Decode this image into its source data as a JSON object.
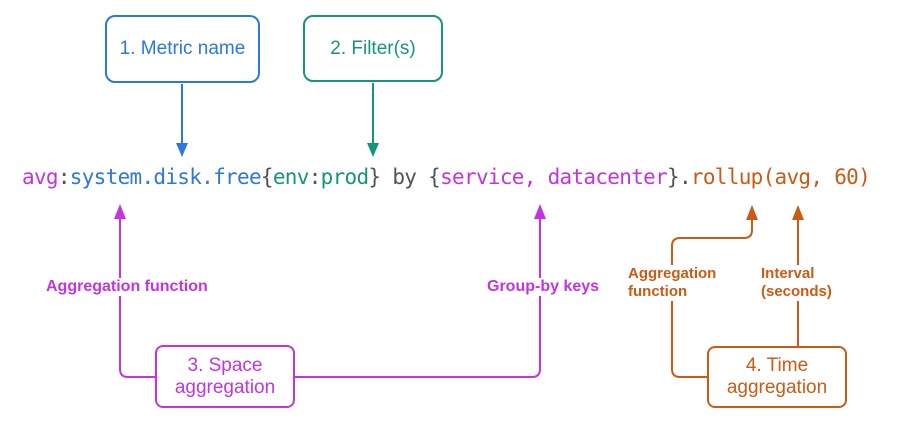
{
  "colors": {
    "blue": "#2b77e4",
    "teal": "#15957e",
    "magenta": "#c433e3",
    "orange": "#cc5a14",
    "gray": "#4d5359"
  },
  "callouts": {
    "metric_name": {
      "label": "1. Metric name"
    },
    "filters": {
      "label": "2. Filter(s)"
    },
    "space_aggregation": {
      "line1": "3. Space",
      "line2": "aggregation"
    },
    "time_aggregation": {
      "line1": "4. Time",
      "line2": "aggregation"
    }
  },
  "annotations": {
    "space_agg_function": "Aggregation function",
    "group_by_keys": "Group-by keys",
    "time_agg_function_line1": "Aggregation",
    "time_agg_function_line2": "function",
    "interval_line1": "Interval",
    "interval_line2": "(seconds)"
  },
  "query": {
    "full_text": "avg:system.disk.free{env:prod} by {service, datacenter}.rollup(avg, 60)",
    "segments": [
      {
        "text": "avg",
        "role": "magenta"
      },
      {
        "text": ":",
        "role": "gray"
      },
      {
        "text": "system.disk.free",
        "role": "blue"
      },
      {
        "text": "{",
        "role": "gray"
      },
      {
        "text": "env",
        "role": "teal"
      },
      {
        "text": ":",
        "role": "gray"
      },
      {
        "text": "prod",
        "role": "teal"
      },
      {
        "text": "}",
        "role": "gray"
      },
      {
        "text": " by ",
        "role": "gray"
      },
      {
        "text": "{",
        "role": "gray"
      },
      {
        "text": "service, datacenter",
        "role": "magenta"
      },
      {
        "text": "}.",
        "role": "gray"
      },
      {
        "text": "rollup(avg, 60)",
        "role": "orange"
      }
    ]
  }
}
